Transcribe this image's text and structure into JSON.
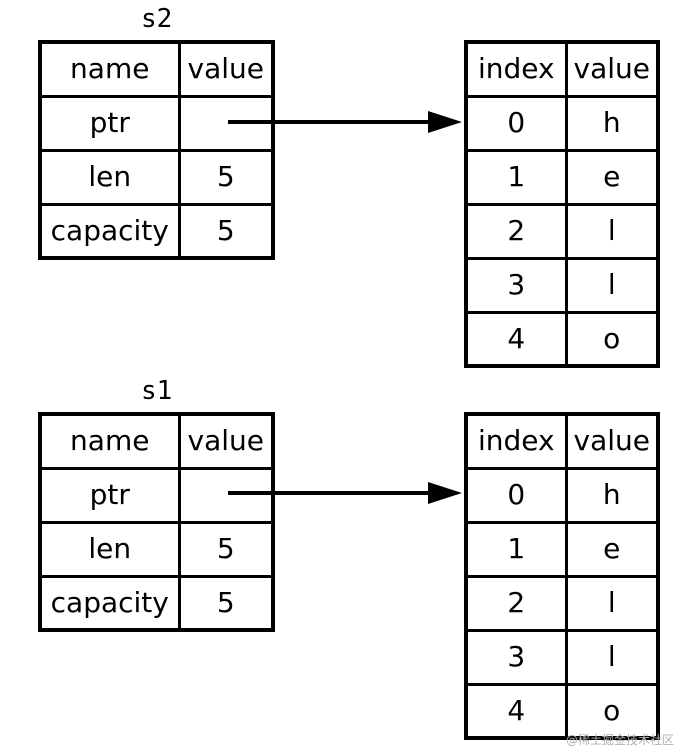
{
  "top": {
    "var_name": "s2",
    "struct": {
      "headers": [
        "name",
        "value"
      ],
      "rows": [
        [
          "ptr",
          ""
        ],
        [
          "len",
          "5"
        ],
        [
          "capacity",
          "5"
        ]
      ]
    },
    "heap": {
      "headers": [
        "index",
        "value"
      ],
      "rows": [
        [
          "0",
          "h"
        ],
        [
          "1",
          "e"
        ],
        [
          "2",
          "l"
        ],
        [
          "3",
          "l"
        ],
        [
          "4",
          "o"
        ]
      ]
    }
  },
  "bottom": {
    "var_name": "s1",
    "struct": {
      "headers": [
        "name",
        "value"
      ],
      "rows": [
        [
          "ptr",
          ""
        ],
        [
          "len",
          "5"
        ],
        [
          "capacity",
          "5"
        ]
      ]
    },
    "heap": {
      "headers": [
        "index",
        "value"
      ],
      "rows": [
        [
          "0",
          "h"
        ],
        [
          "1",
          "e"
        ],
        [
          "2",
          "l"
        ],
        [
          "3",
          "l"
        ],
        [
          "4",
          "o"
        ]
      ]
    }
  },
  "watermark": "@稀土掘金技术社区",
  "colors": {
    "line": "#000000",
    "background": "#ffffff",
    "watermark": "#b0b0b0"
  }
}
